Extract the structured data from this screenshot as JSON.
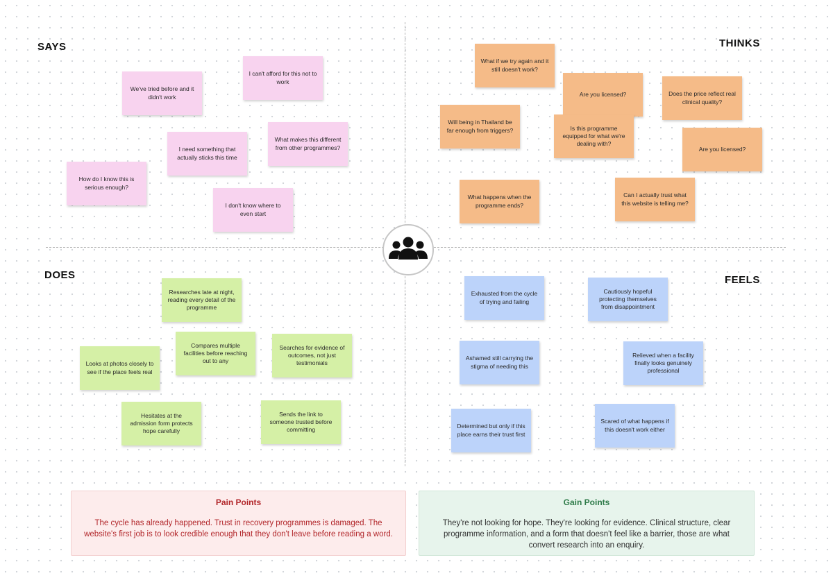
{
  "quadrants": {
    "says": "SAYS",
    "thinks": "THINKS",
    "does": "DOES",
    "feels": "FEELS"
  },
  "center": {
    "icon": "users-group-icon"
  },
  "notes": {
    "says": [
      "We've tried before and it didn't work",
      "I can't afford for this not to work",
      "I need something that actually sticks this time",
      "What makes this different from other programmes?",
      "How do I know this is serious enough?",
      "I don't know where to even start"
    ],
    "thinks": [
      "What if we try again and it still doesn't work?",
      "Are you licensed?",
      "Does the price reflect real clinical quality?",
      "Will being in Thailand be far enough from triggers?",
      "Is this programme equipped for what we're dealing with?",
      "Are you licensed?",
      "What happens when the programme ends?",
      "Can I actually trust what this website is telling me?"
    ],
    "does": [
      "Researches late at night, reading every detail of the programme",
      "Compares multiple facilities before reaching out to any",
      "Searches for evidence of outcomes, not just testimonials",
      "Looks at photos closely to see if the place feels real",
      "Hesitates at the admission form protects hope carefully",
      "Sends the link to someone trusted before committing"
    ],
    "feels": [
      "Exhausted from the cycle of trying and failing",
      "Cautiously hopeful protecting themselves from disappointment",
      "Ashamed  still carrying the stigma of needing this",
      "Relieved when a facility finally looks genuinely professional",
      "Determined but only if this place earns their trust first",
      "Scared of what happens if this doesn't work either"
    ]
  },
  "pain": {
    "title": "Pain Points",
    "body": "The cycle has already happened. Trust in recovery programmes is damaged. The website's first job is to look credible enough that they don't leave before reading a word."
  },
  "gain": {
    "title": "Gain Points",
    "body": "They're not looking for hope. They're looking for evidence. Clinical structure, clear programme information, and a form that doesn't feel like a barrier, those are what convert research into an enquiry."
  },
  "colors": {
    "says": "#f8d3ef",
    "thinks": "#f5bb88",
    "does": "#d5f0a6",
    "feels": "#bcd3fa",
    "pain_text": "#b2272b",
    "gain_title": "#2d7a48"
  }
}
